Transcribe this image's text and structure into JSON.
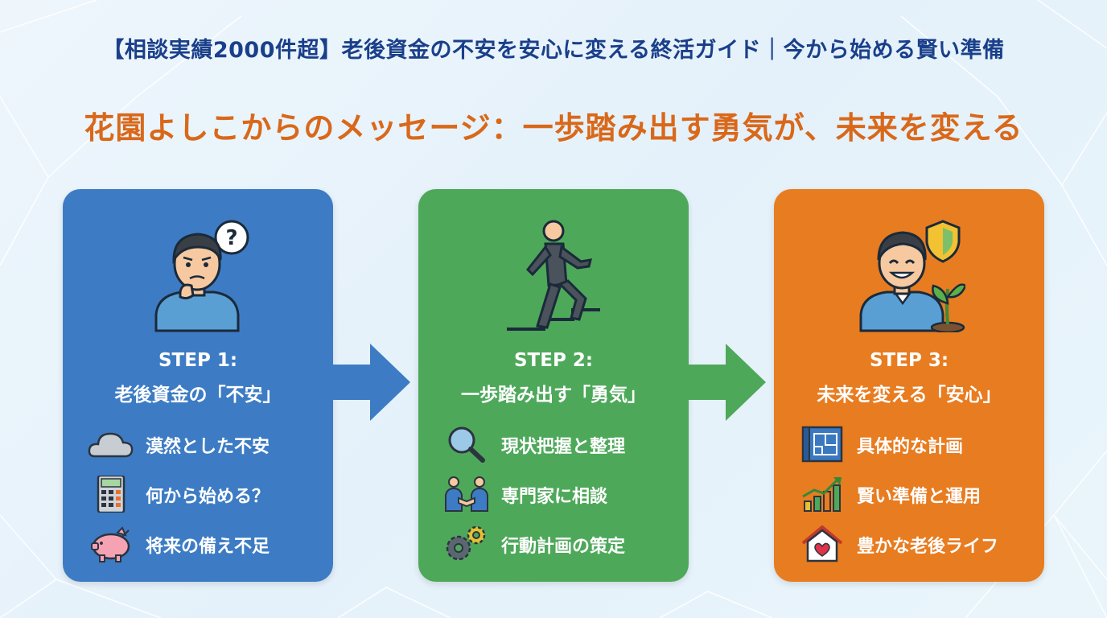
{
  "header": {
    "top_title": "【相談実績2000件超】老後資金の不安を安心に変える終活ガイド｜今から始める賢い準備",
    "main_title": "花園よしこからのメッセージ：一歩踏み出す勇気が、未来を変える"
  },
  "steps": [
    {
      "label": "STEP 1:",
      "subtitle": "老後資金の「不安」",
      "color": "#3d7cc4",
      "illustration": "worried-person-icon",
      "items": [
        {
          "icon": "cloud-icon",
          "label": "漠然とした不安"
        },
        {
          "icon": "calculator-icon",
          "label": "何から始める？"
        },
        {
          "icon": "piggy-bank-icon",
          "label": "将来の備え不足"
        }
      ]
    },
    {
      "label": "STEP 2:",
      "subtitle": "一歩踏み出す「勇気」",
      "color": "#4ea85a",
      "illustration": "walking-person-icon",
      "items": [
        {
          "icon": "magnifier-icon",
          "label": "現状把握と整理"
        },
        {
          "icon": "handshake-icon",
          "label": "専門家に相談"
        },
        {
          "icon": "gears-icon",
          "label": "行動計画の策定"
        }
      ]
    },
    {
      "label": "STEP 3:",
      "subtitle": "未来を変える「安心」",
      "color": "#e87c20",
      "illustration": "smiling-person-icon",
      "items": [
        {
          "icon": "blueprint-icon",
          "label": "具体的な計画"
        },
        {
          "icon": "growth-chart-icon",
          "label": "賢い準備と運用"
        },
        {
          "icon": "house-heart-icon",
          "label": "豊かな老後ライフ"
        }
      ]
    }
  ],
  "colors": {
    "top_title": "#1a3f8a",
    "main_title": "#d9681a",
    "arrow_1": "#3d7cc4",
    "arrow_2": "#4ea85a"
  }
}
